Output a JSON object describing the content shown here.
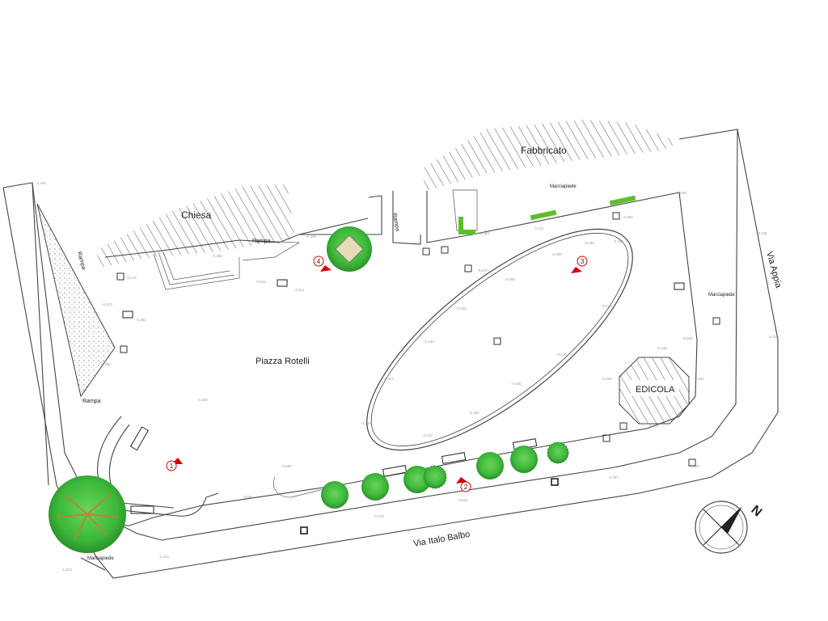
{
  "labels": {
    "chiesa": "Chiesa",
    "fabbricato": "Fabbricato",
    "piazza": "Piazza Rotelli",
    "edicola": "EDICOLA",
    "via_appia": "Via Appia",
    "via_italo_balbo": "Via Italo Balbo",
    "marciapiede_top": "Marciapiede",
    "marciapiede_right": "Marciapiede",
    "marciapiede_bottom": "Marciapiede",
    "rampa_left": "Rampa",
    "rampa_left_mid": "Rampa",
    "rampa_chiesa": "Rampa",
    "rampa_center": "Rampa"
  },
  "viewpoints": [
    "1",
    "2",
    "3",
    "4"
  ],
  "north_label": "N",
  "elevations": [
    "-1.100",
    "-0.142",
    "-0.170",
    "-0.362",
    "-0.466",
    "-0.482",
    "-0.122",
    "-0.112",
    "-0.448",
    "-0.228",
    "-0.570",
    "-0.060",
    "-0.125",
    "-0.140",
    "-0.170",
    "-0.030",
    "-0.220",
    "-0.148",
    "-0.260",
    "-0.296",
    "-0.307",
    "-0.394",
    "-0.478",
    "-0.400",
    "-0.566",
    "-0.690",
    "-0.470",
    "-0.592",
    "-0.707",
    "-1.210",
    "-1.314",
    "-0.040",
    "-0.062",
    "-0.101",
    "-0.003",
    "-0.230",
    "-0.252",
    "-0.338",
    "-0.281",
    "-0.136",
    "-0.210",
    "-0.341",
    "-0.500"
  ],
  "colors": {
    "tree_green": "#3cb83a",
    "tree_dark": "#2c8e2c",
    "hatch": "#555555",
    "viewpoint_arrow": "#d40000",
    "wall_green": "#5cbf2a",
    "trunk": "#b08a2e"
  }
}
